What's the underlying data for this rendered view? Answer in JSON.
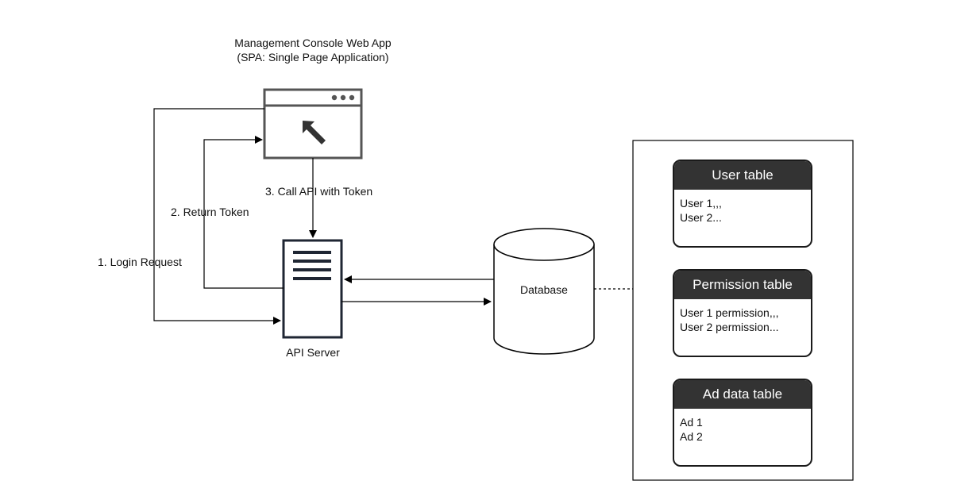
{
  "webapp": {
    "title_line1": "Management Console Web App",
    "title_line2": "(SPA: Single Page Application)"
  },
  "api_server": {
    "label": "API Server"
  },
  "database": {
    "label": "Database"
  },
  "edges": {
    "login_request": "1. Login Request",
    "return_token": "2. Return Token",
    "call_api": "3. Call API with Token"
  },
  "tables": [
    {
      "header": "User table",
      "rows": [
        "User 1,,,",
        "User 2..."
      ]
    },
    {
      "header": "Permission table",
      "rows": [
        "User 1 permission,,,",
        "User 2 permission..."
      ]
    },
    {
      "header": "Ad data table",
      "rows": [
        "Ad 1",
        "Ad 2"
      ]
    }
  ]
}
